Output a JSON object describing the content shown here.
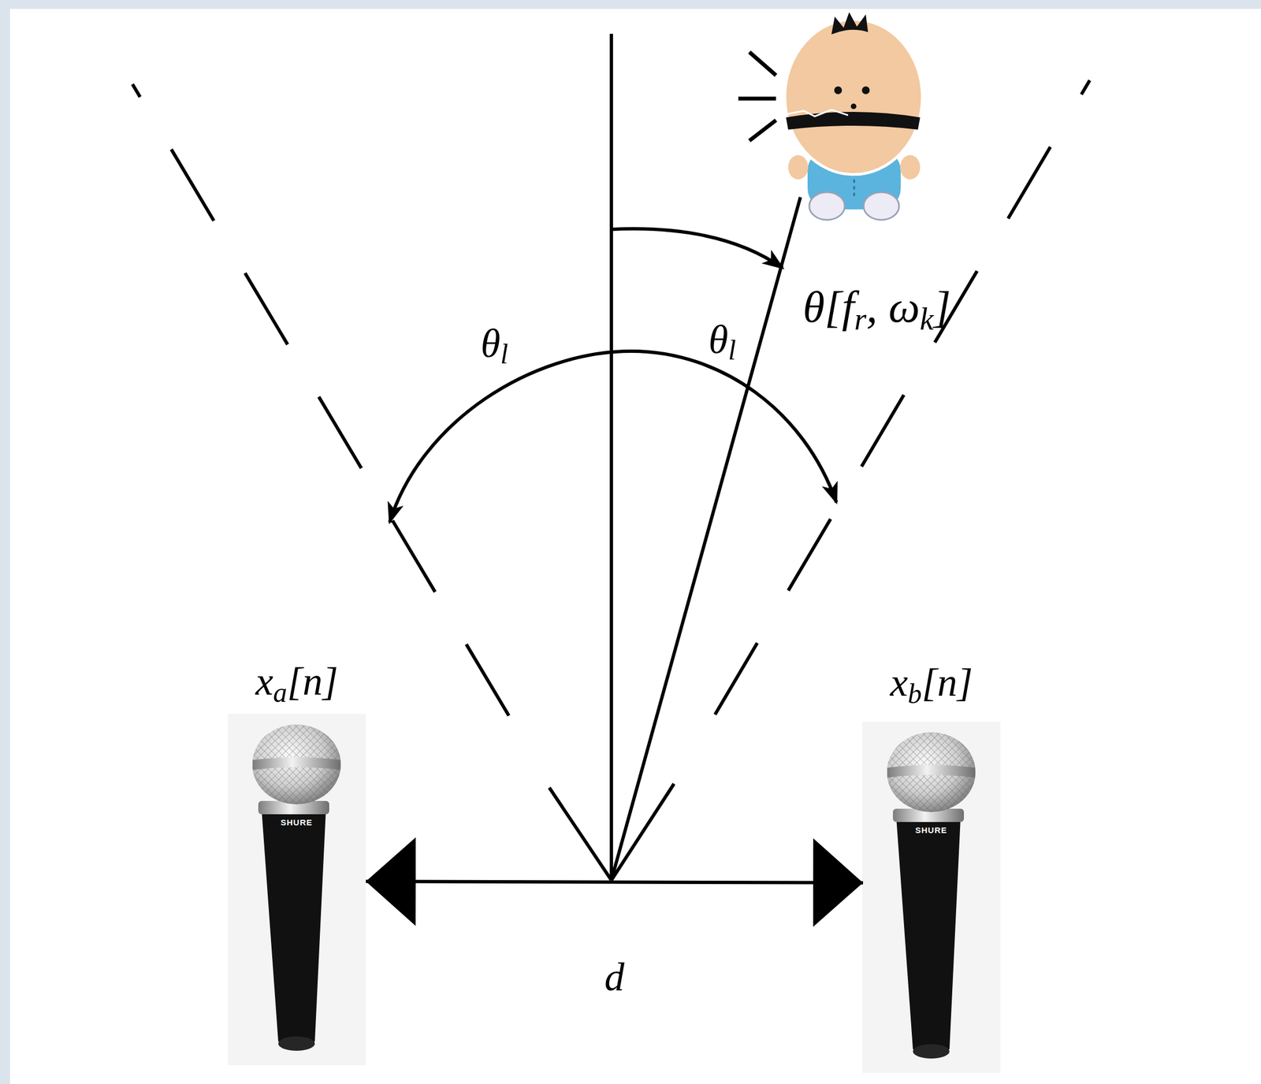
{
  "diagram": {
    "nodes": [
      {
        "text": [
          "xa[n]"
        ]
      },
      {
        "text": [
          "xb[n]"
        ]
      }
    ],
    "edges": [
      {
        "from": 0,
        "to": 1,
        "arrow": "both",
        "label": "d"
      }
    ],
    "labels": [
      "θl",
      "θl",
      "θ[fr, ωk]",
      "SHURE",
      "SHURE"
    ]
  }
}
